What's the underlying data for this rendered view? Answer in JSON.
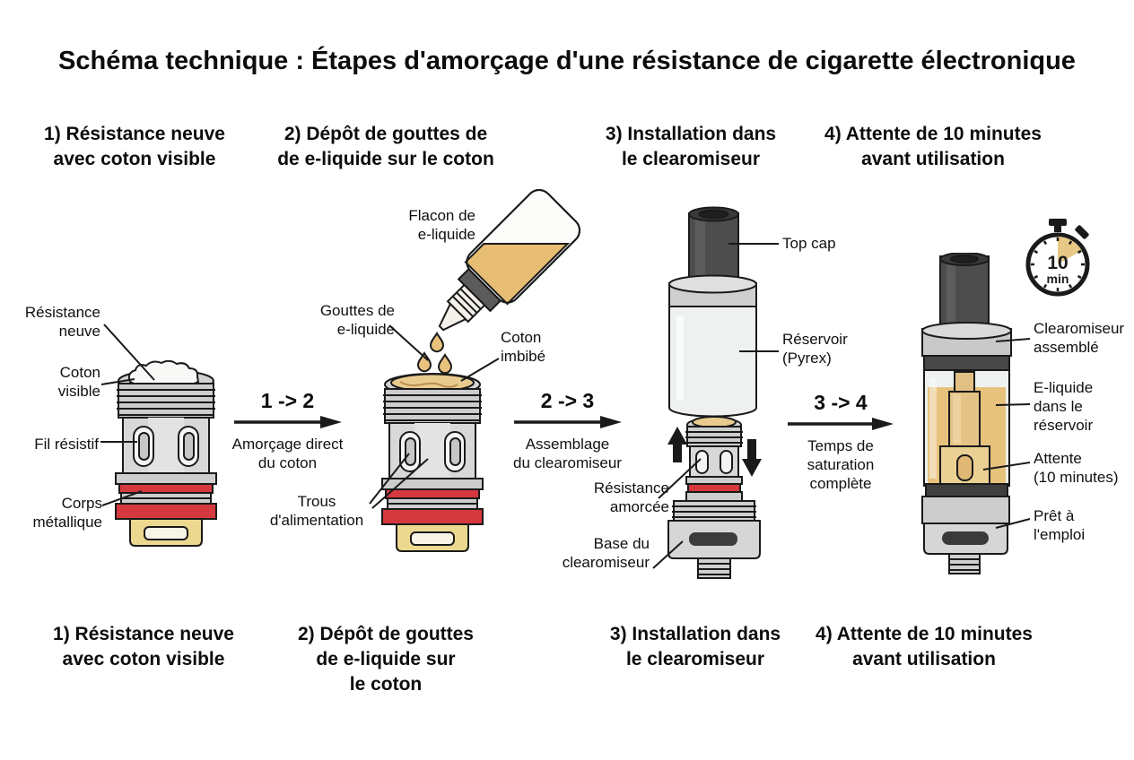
{
  "title": "Schéma technique : Étapes d'amorçage d'une résistance de cigarette électronique",
  "steps": [
    {
      "header": "1) Résistance neuve\navec coton visible",
      "caption": "1) Résistance neuve\navec coton visible",
      "annotations": [
        "Résistance\nneuve",
        "Coton\nvisible",
        "Fil résistif",
        "Corps\nmétallique"
      ]
    },
    {
      "header": "2) Dépôt de gouttes de\nde e-liquide sur le coton",
      "caption": "2) Dépôt de gouttes\nde e-liquide sur\nle coton",
      "annotations": [
        "Flacon de\ne-liquide",
        "Gouttes de\ne-liquide",
        "Coton\nimbibé",
        "Trous\nd'alimentation"
      ]
    },
    {
      "header": "3) Installation dans\nle clearomiseur",
      "caption": "3) Installation dans\nle clearomiseur",
      "annotations": [
        "Top cap",
        "Réservoir\n(Pyrex)",
        "Résistance\namorcée",
        "Base du\nclearomiseur"
      ]
    },
    {
      "header": "4) Attente de 10 minutes\navant utilisation",
      "caption": "4) Attente de 10 minutes\navant utilisation",
      "annotations": [
        "Clearomiseur\nassemblé",
        "E-liquide\ndans le\nréservoir",
        "Attente\n(10 minutes)",
        "Prêt à\nl'emploi"
      ]
    }
  ],
  "transitions": [
    {
      "label": "1 -> 2",
      "description": "Amorçage direct\ndu coton"
    },
    {
      "label": "2 -> 3",
      "description": "Assemblage\ndu clearomiseur"
    },
    {
      "label": "3 -> 4",
      "description": "Temps de\nsaturation\ncomplète"
    }
  ],
  "timer": {
    "value": "10",
    "unit": "min"
  },
  "colors": {
    "outline": "#1a1a1a",
    "red_ring": "#d5393f",
    "gold_base": "#ecd88f",
    "eliquid_amber": "#e7c27c",
    "metal_gray": "#d6d6d6"
  }
}
